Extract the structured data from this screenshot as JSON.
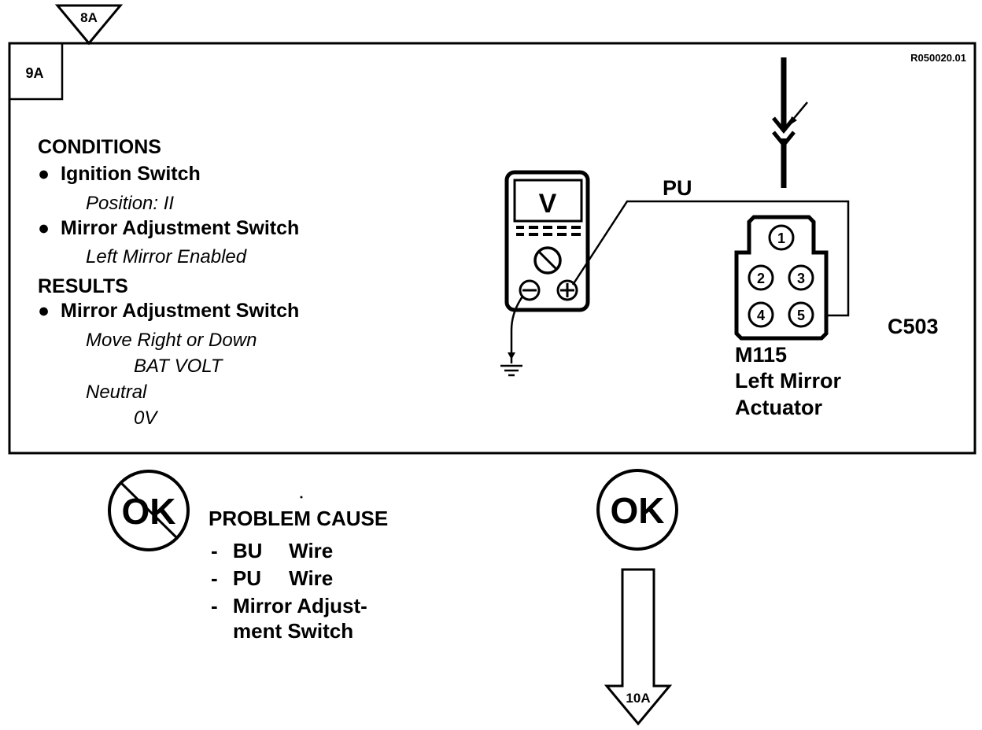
{
  "entry_marker": "8A",
  "step_label": "9A",
  "figure_code": "R050020.01",
  "conditions": {
    "heading": "CONDITIONS",
    "items": [
      {
        "name": "Ignition Switch",
        "detail": "Position: II"
      },
      {
        "name": "Mirror Adjustment Switch",
        "detail": "Left Mirror Enabled"
      }
    ]
  },
  "results": {
    "heading": "RESULTS",
    "item": "Mirror Adjustment Switch",
    "cases": [
      {
        "action": "Move Right or Down",
        "reading": "BAT VOLT"
      },
      {
        "action": "Neutral",
        "reading": "0V"
      }
    ]
  },
  "meter": {
    "display": "V",
    "neg_symbol": "⊖",
    "pos_symbol": "⊕"
  },
  "wire_label": "PU",
  "connector": {
    "id": "C503",
    "pins": [
      "1",
      "2",
      "3",
      "4",
      "5"
    ],
    "component_id": "M115",
    "component_name_line1": "Left Mirror",
    "component_name_line2": "Actuator"
  },
  "not_ok": {
    "badge": "OK",
    "heading": "PROBLEM CAUSE",
    "causes": [
      {
        "dash": "-",
        "code": "BU",
        "text": "Wire"
      },
      {
        "dash": "-",
        "code": "PU",
        "text": "Wire"
      },
      {
        "dash": "-",
        "code": "",
        "text": "Mirror Adjust-",
        "text2": "ment Switch"
      }
    ]
  },
  "ok": {
    "badge": "OK",
    "next_step": "10A"
  }
}
